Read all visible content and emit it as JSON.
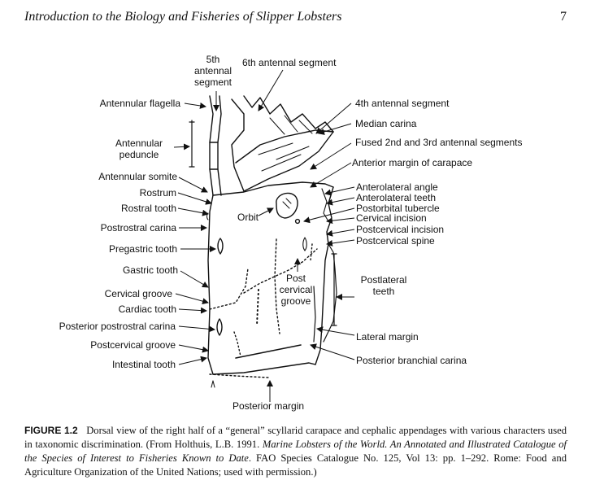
{
  "header": {
    "running_title": "Introduction to the Biology and Fisheries of Slipper Lobsters",
    "page_number": "7"
  },
  "figure": {
    "labels": {
      "fifth_antennal_segment": "5th\nantennal\nsegment",
      "sixth_antennal_segment": "6th antennal segment",
      "antennular_flagella": "Antennular flagella",
      "antennular_peduncle": "Antennular\npeduncle",
      "antennular_somite": "Antennular somite",
      "rostrum": "Rostrum",
      "rostral_tooth": "Rostral tooth",
      "postrostral_carina": "Postrostral carina",
      "pregastric_tooth": "Pregastric tooth",
      "gastric_tooth": "Gastric tooth",
      "cervical_groove": "Cervical groove",
      "cardiac_tooth": "Cardiac tooth",
      "posterior_postrostral_carina": "Posterior postrostral carina",
      "postcervical_groove": "Postcervical groove",
      "intestinal_tooth": "Intestinal tooth",
      "orbit": "Orbit",
      "post_cervical_groove": "Post\ncervical\ngroove",
      "fourth_antennal_segment": "4th antennal segment",
      "median_carina": "Median carina",
      "fused_segments": "Fused 2nd and 3rd antennal segments",
      "anterior_margin": "Anterior margin of carapace",
      "anterolateral_angle": "Anterolateral angle",
      "anterolateral_teeth": "Anterolateral teeth",
      "postorbital_tubercle": "Postorbital tubercle",
      "cervical_incision": "Cervical incision",
      "postcervical_incision": "Postcervical incision",
      "postcervical_spine": "Postcervical spine",
      "postlateral_teeth": "Postlateral\nteeth",
      "lateral_margin": "Lateral margin",
      "posterior_branchial_carina": "Posterior branchial carina",
      "posterior_margin": "Posterior margin"
    }
  },
  "caption": {
    "figure_label": "FIGURE 1.2",
    "text_1": "Dorsal view of the right half of a “general” scyllarid carapace and cephalic appendages with various characters used in taxonomic discrimination. (From Holthuis, L.B. 1991. ",
    "book_title": "Marine Lobsters of the World. An Annotated and Illustrated Catalogue of the Species of Interest to Fisheries Known to Date",
    "text_2": ". FAO Species Catalogue No. 125, Vol 13: pp. 1–292. Rome: Food and Agriculture Organization of the United Nations; used with permission.)"
  }
}
